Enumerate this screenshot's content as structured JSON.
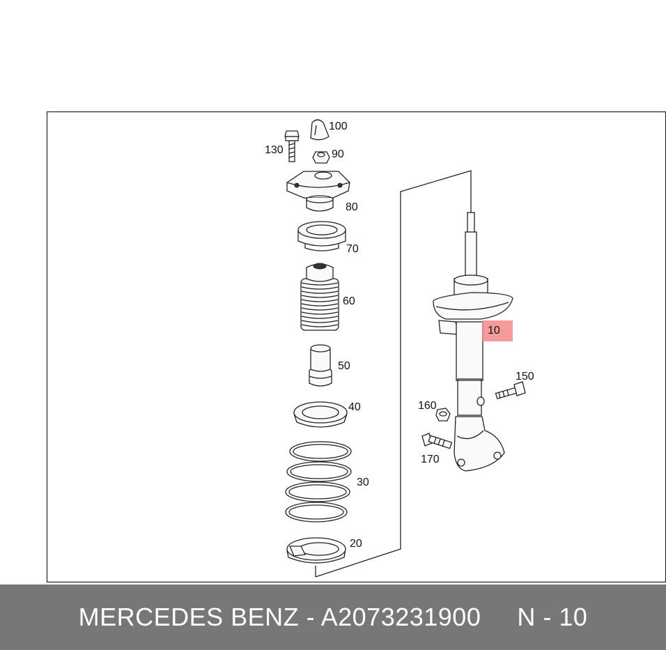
{
  "diagram": {
    "highlight_color": "#f48a8a",
    "callouts": {
      "p10": "10",
      "p20": "20",
      "p30": "30",
      "p40": "40",
      "p50": "50",
      "p60": "60",
      "p70": "70",
      "p80": "80",
      "p90": "90",
      "p100": "100",
      "p130": "130",
      "p150": "150",
      "p160": "160",
      "p170": "170"
    }
  },
  "footer": {
    "brand_part": "MERCEDES BENZ - A2073231900",
    "position": "N - 10",
    "background": "#777777"
  }
}
